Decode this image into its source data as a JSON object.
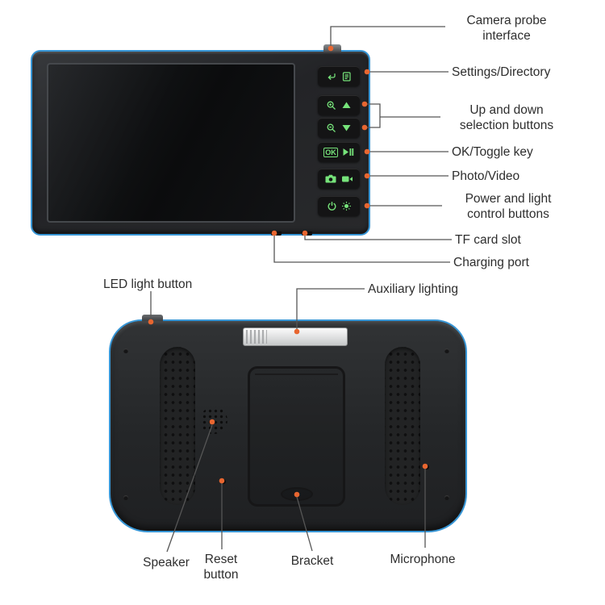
{
  "colors": {
    "device_trim_blue": "#3796d6",
    "button_icon_green": "#76e37a",
    "marker_dot_orange": "#e86630",
    "label_text": "#2e2e2e",
    "background": "#ffffff"
  },
  "front_view": {
    "buttons": [
      {
        "name": "settings-directory-button",
        "icons": [
          "return-icon",
          "directory-icon"
        ]
      },
      {
        "name": "zoom-up-button",
        "icons": [
          "zoom-in-icon",
          "up-arrow-icon"
        ]
      },
      {
        "name": "zoom-down-button",
        "icons": [
          "zoom-out-icon",
          "down-arrow-icon"
        ]
      },
      {
        "name": "ok-toggle-button",
        "label": "OK",
        "icons": [
          "play-pause-icon"
        ]
      },
      {
        "name": "photo-video-button",
        "icons": [
          "photo-icon",
          "video-icon"
        ]
      },
      {
        "name": "power-light-button",
        "icons": [
          "power-icon",
          "light-icon"
        ]
      }
    ]
  },
  "callouts": {
    "camera_probe": "Camera probe\ninterface",
    "settings_directory": "Settings/Directory",
    "up_down": "Up and down\nselection buttons",
    "ok_toggle": "OK/Toggle key",
    "photo_video": "Photo/Video",
    "power_light": "Power and light\ncontrol buttons",
    "tf_card": "TF card slot",
    "charging_port": "Charging port",
    "led_light": "LED light button",
    "auxiliary_lighting": "Auxiliary lighting",
    "speaker": "Speaker",
    "reset": "Reset\nbutton",
    "bracket": "Bracket",
    "microphone": "Microphone"
  }
}
